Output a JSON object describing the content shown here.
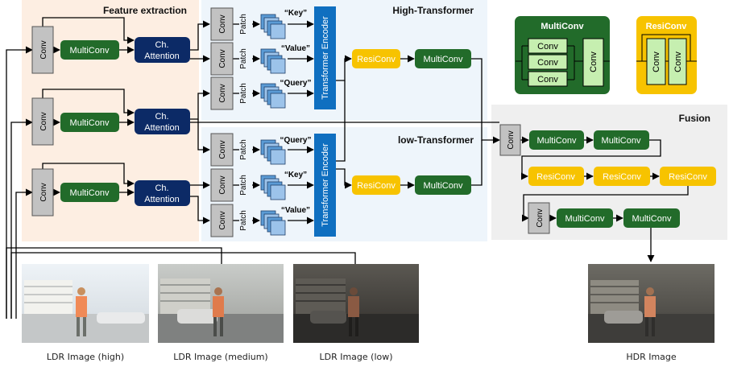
{
  "sections": {
    "feature_extraction": "Feature extraction",
    "high_transformer": "High-Transformer",
    "low_transformer": "low-Transformer",
    "fusion": "Fusion"
  },
  "blocks": {
    "conv": "Conv",
    "multiconv": "MultiConv",
    "ch_attention_1": "Ch.",
    "ch_attention_2": "Attention",
    "patch": "Patch",
    "resiconv": "ResiConv",
    "transformer_encoder": "Transformer Encoder"
  },
  "tokens": {
    "key": "“Key”",
    "value": "“Value”",
    "query": "“Query”"
  },
  "legend": {
    "multiconv_title": "MultiConv",
    "resiconv_title": "ResiConv"
  },
  "images": {
    "ldr_high": "LDR Image (high)",
    "ldr_medium": "LDR Image (medium)",
    "ldr_low": "LDR Image (low)",
    "hdr": "HDR Image"
  },
  "colors": {
    "feature_bg": "#fdeee2",
    "transformer_bg": "#eef5fb",
    "fusion_bg": "#efefef",
    "multiconv": "#226b2a",
    "resiconv": "#f7c300",
    "ch_attention": "#0c2a66",
    "encoder": "#0f6fc0",
    "conv": "#c2c2c2",
    "patch_token": "#5b9bd5"
  }
}
